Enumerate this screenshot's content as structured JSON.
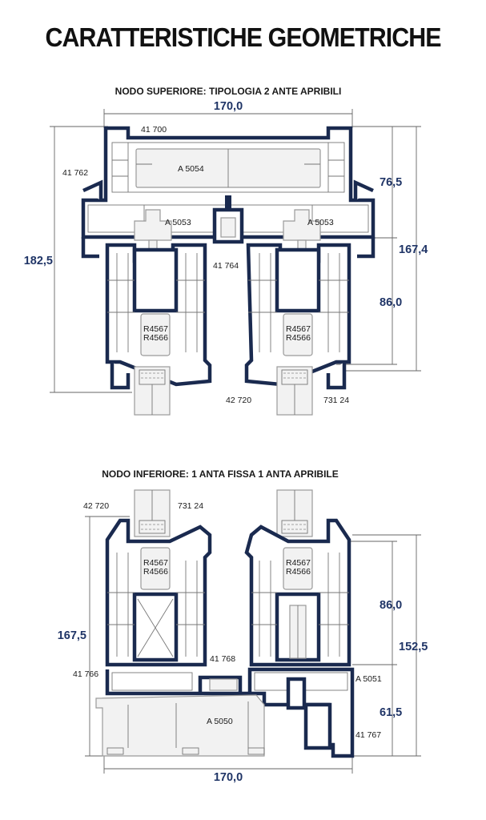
{
  "title": "CARATTERISTICHE GEOMETRICHE",
  "colors": {
    "profile": "#1a2a4f",
    "dimension": "#1f3466",
    "reinforcement": "#9a9a9a"
  },
  "top_node": {
    "subtitle": "NODO SUPERIORE: TIPOLOGIA 2 ANTE APRIBILI",
    "dims": {
      "width": "170,0",
      "total_height": "182,5",
      "frame_height": "76,5",
      "right_height": "167,4",
      "sash_height": "86,0"
    },
    "labels": {
      "frame_code": "41 700",
      "left_code": "41 762",
      "reinforcement_top": "A 5054",
      "left_reinf": "A 5053",
      "right_reinf": "A 5053",
      "mullion": "41 764",
      "left_sash_1": "R4567",
      "left_sash_2": "R4566",
      "right_sash_1": "R4567",
      "right_sash_2": "R4566",
      "bead_left": "42 720",
      "bead_right": "731 24"
    }
  },
  "bottom_node": {
    "subtitle": "NODO INFERIORE: 1 ANTA FISSA 1 ANTA APRIBILE",
    "dims": {
      "width": "170,0",
      "left_height": "167,5",
      "sash_height": "86,0",
      "right_height": "152,5",
      "sill_height": "61,5"
    },
    "labels": {
      "bead_left": "42 720",
      "bead_right": "731 24",
      "left_sash_1": "R4567",
      "left_sash_2": "R4566",
      "right_sash_1": "R4567",
      "right_sash_2": "R4566",
      "left_code": "41 766",
      "center_code": "41 768",
      "right_reinf": "A 5051",
      "sill_reinf": "A 5050",
      "sill_code": "41 767"
    }
  }
}
